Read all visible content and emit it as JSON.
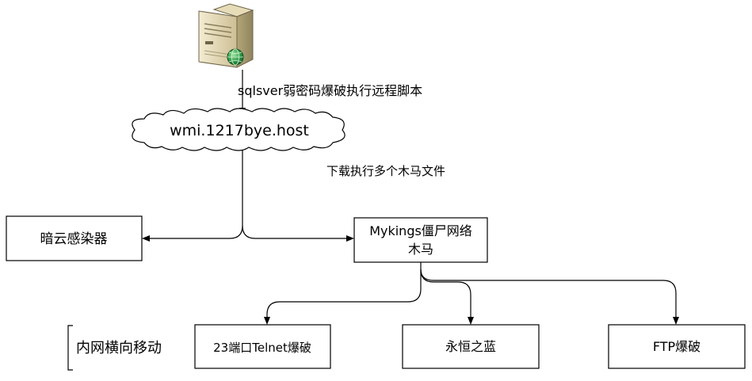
{
  "nodes": {
    "source_label": "sqlsver弱密码爆破执行远程脚本",
    "cloud_host": "wmi.1217bye.host",
    "download_label": "下载执行多个木马文件",
    "anyun": "暗云感染器",
    "mykings_line1": "Mykings僵尸网络",
    "mykings_line2": "木马",
    "lateral": "内网横向移动",
    "telnet": "23端口Telnet爆破",
    "eternal_blue": "永恒之蓝",
    "ftp": "FTP爆破"
  },
  "icons": {
    "server": "server-icon",
    "globe": "globe-icon"
  }
}
